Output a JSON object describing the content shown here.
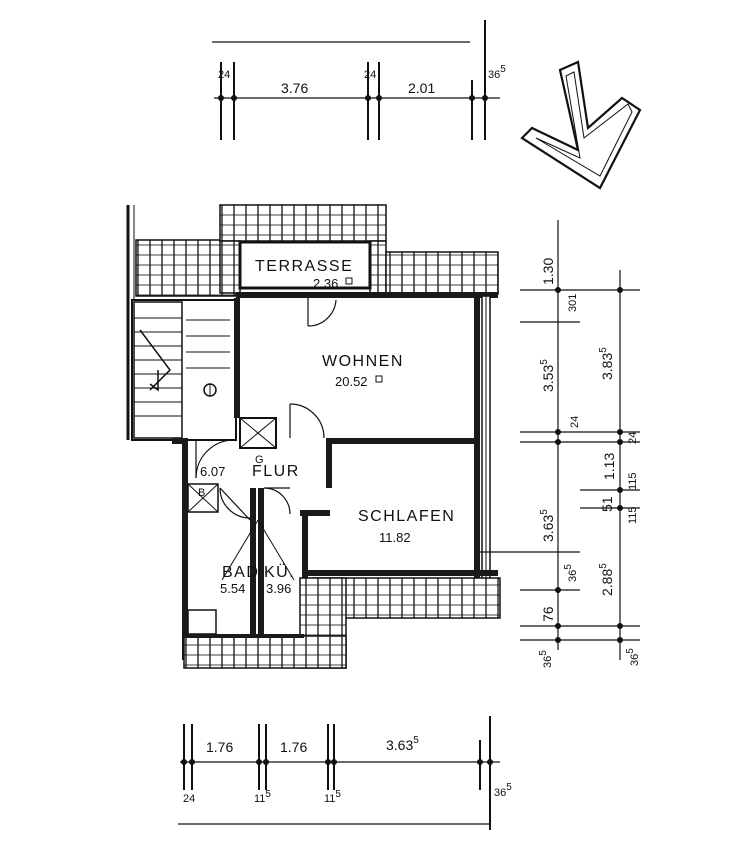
{
  "rooms": {
    "terrasse": {
      "label": "TERRASSE",
      "area": "2.36"
    },
    "wohnen": {
      "label": "WOHNEN",
      "area": "20.52"
    },
    "flur": {
      "label": "FLUR",
      "area": "6.07"
    },
    "schlafen": {
      "label": "SCHLAFEN",
      "area": "11.82"
    },
    "bad": {
      "label": "BAD",
      "area": "5.54"
    },
    "kueche": {
      "label": "KÜ.",
      "area": "3.96"
    }
  },
  "markers": {
    "flur_g": "G",
    "bad_b": "B"
  },
  "top_dims": {
    "w24a": "24",
    "l376": "3.76",
    "w24b": "24",
    "l201": "2.01",
    "w365": "36",
    "w365_sup": "5"
  },
  "bottom_dims": {
    "l176a": "1.76",
    "l176b": "1.76",
    "l363": "3.63",
    "l363_sup": "5",
    "w24": "24",
    "w115a": "11",
    "w115a_sup": "5",
    "w115b": "11",
    "w115b_sup": "5",
    "w365": "36",
    "w365_sup": "5"
  },
  "right_dims": {
    "v130": "1.30",
    "v301": "301",
    "v353": "3.53",
    "v353_sup": "5",
    "v383": "3.83",
    "v383_sup": "5",
    "v24a": "24",
    "v113": "1.13",
    "v24b": "24",
    "v115": "115",
    "v51": "51",
    "v115b": "115",
    "v363": "3.63",
    "v363_sup": "5",
    "v365a": "36",
    "v365a_sup": "5",
    "v288": "2.88",
    "v288_sup": "5",
    "v76": "76",
    "v365b": "36",
    "v365b_sup": "5",
    "v365c": "36",
    "v365c_sup": "5"
  }
}
